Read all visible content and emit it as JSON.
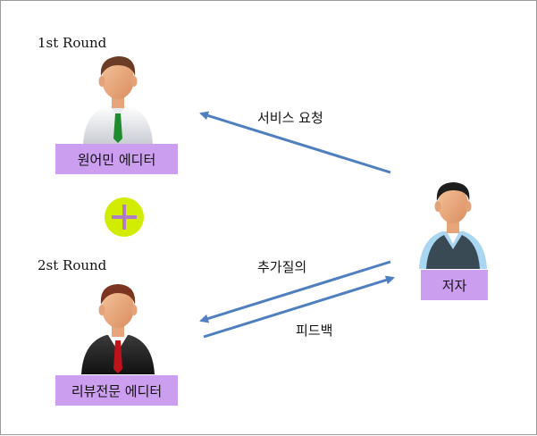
{
  "round1": {
    "label": "1st Round",
    "editor": "원어민 에디터"
  },
  "round2": {
    "label": "2st Round",
    "editor": "리뷰전문 에디터"
  },
  "author": {
    "label": "저자"
  },
  "arrows": {
    "service_request": "서비스 요청",
    "additional_question": "추가질의",
    "feedback": "피드백"
  },
  "colors": {
    "tag_bg": "#cc9ef0",
    "arrow": "#4f7fbf",
    "plus_circle": "#d2ec00",
    "plus_sign": "#b07cc8"
  }
}
